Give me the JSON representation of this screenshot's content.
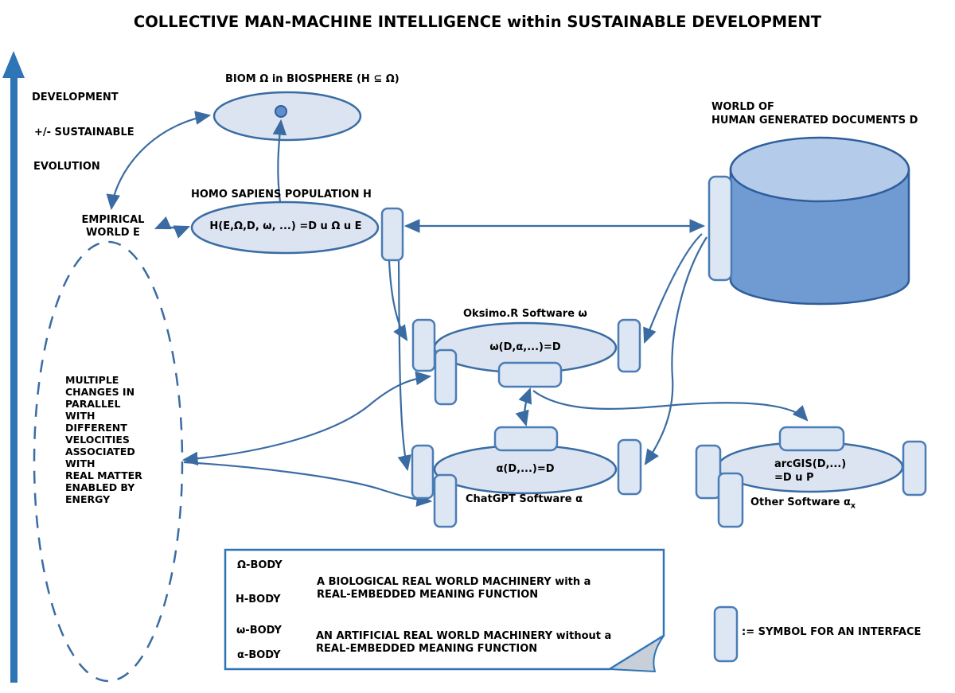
{
  "title": "COLLECTIVE MAN-MACHINE INTELLIGENCE within SUSTAINABLE DEVELOPMENT",
  "axis": {
    "development": "DEVELOPMENT",
    "sustainable": "+/- SUSTAINABLE",
    "evolution": "EVOLUTION"
  },
  "biom": {
    "label": "BIOM Ω in BIOSPHERE (H ⊆ Ω)"
  },
  "homo": {
    "label": "HOMO SAPIENS POPULATION H",
    "formula": "H(E,Ω,D, ω, ...) =D u Ω u E"
  },
  "empirical": {
    "label": "EMPIRICAL\nWORLD E"
  },
  "changes": {
    "label": "MULTIPLE\nCHANGES IN\nPARALLEL\nWITH\nDIFFERENT\nVELOCITIES\nASSOCIATED\nWITH\nREAL MATTER\nENABLED BY\nENERGY"
  },
  "documents": {
    "label": "WORLD OF\nHUMAN GENERATED DOCUMENTS D"
  },
  "oksimo": {
    "label": "Oksimo.R Software ω",
    "formula": "ω(D,α,...)=D"
  },
  "chatgpt": {
    "label": "ChatGPT Software α",
    "formula": "α(D,...)=D"
  },
  "other": {
    "label": "Other Software α",
    "label_sub": "x",
    "formula": "arcGIS(D,...)\n=D u P"
  },
  "legend": {
    "omega_body": "Ω-BODY",
    "h_body": "H-BODY",
    "bio_text": "A BIOLOGICAL REAL WORLD MACHINERY with a\nREAL-EMBEDDED MEANING FUNCTION",
    "small_omega_body": "ω-BODY",
    "alpha_body": "α-BODY",
    "art_text": "AN ARTIFICIAL REAL WORLD MACHINERY without a\nREAL-EMBEDDED MEANING FUNCTION"
  },
  "interface_legend": {
    "label": ":= SYMBOL FOR AN INTERFACE"
  },
  "colors": {
    "line": "#3a6ca3",
    "accent_arrow": "#2e75b6",
    "shape_fill": "#dce4f1",
    "interface_fill": "#dde6f3",
    "interface_stroke": "#4a7cb5",
    "cylinder_body": "#6f9ad2",
    "cylinder_top": "#b4cbe9",
    "cylinder_stroke": "#2f5d9b",
    "fold_fill": "#c8cfd8",
    "text": "#000000",
    "background": "#ffffff"
  }
}
